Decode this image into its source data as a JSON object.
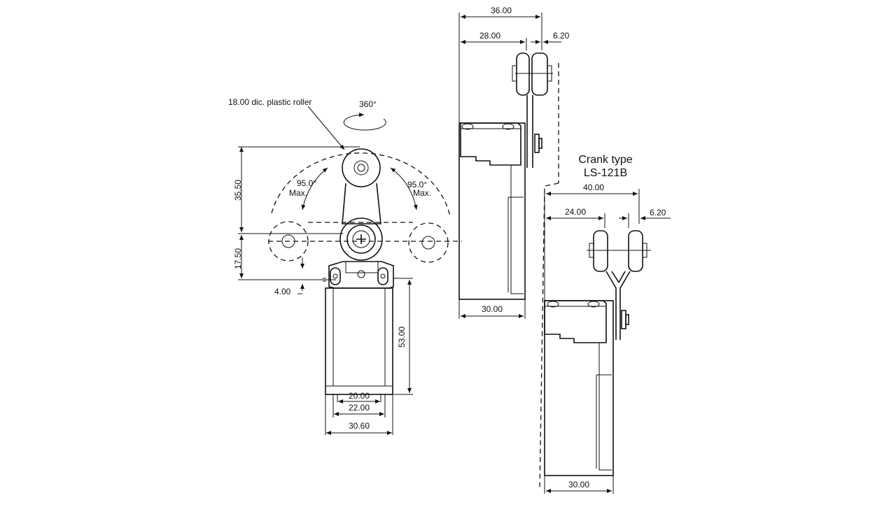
{
  "front_view": {
    "roller_note": "18.00 dic. plastic roller",
    "rotation": "360°",
    "angle_left": "95.0°",
    "angle_left_max": "Max.",
    "angle_right": "95.0°",
    "angle_right_max": "Max.",
    "dim_35_50": "35.50",
    "dim_17_50": "17.50",
    "dim_4_00": "4.00",
    "dim_53_00": "53.00",
    "dim_20_00": "20.00",
    "dim_22_00": "22.00",
    "dim_30_60": "30.60"
  },
  "side_view": {
    "dim_36_00": "36.00",
    "dim_28_00": "28.00",
    "dim_6_20": "6.20",
    "dim_30_00": "30.00"
  },
  "crank_view": {
    "title": "Crank type",
    "model": "LS-121B",
    "dim_40_00": "40.00",
    "dim_24_00": "24.00",
    "dim_6_20": "6.20",
    "dim_30_00": "30.00"
  }
}
